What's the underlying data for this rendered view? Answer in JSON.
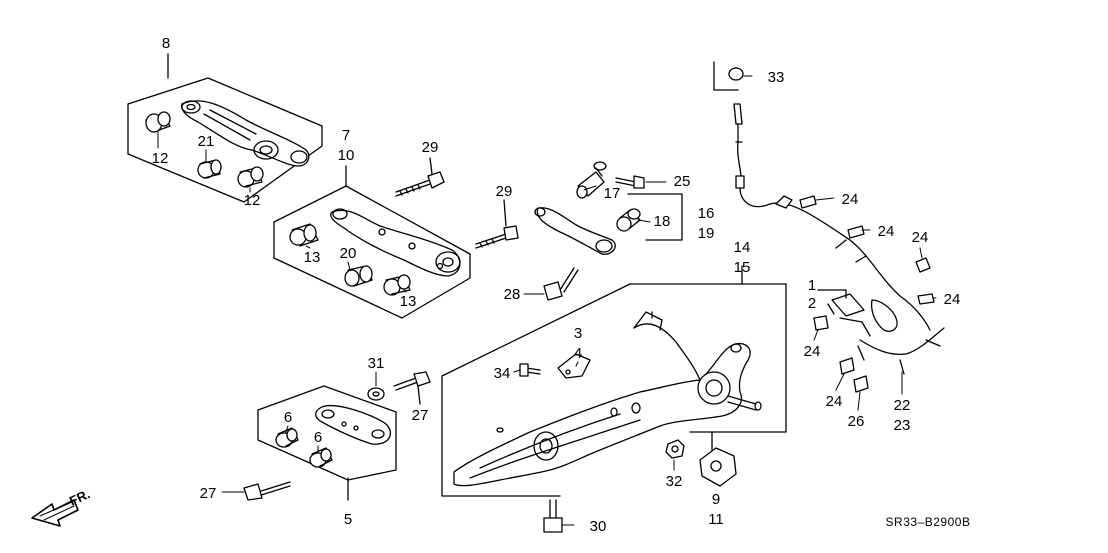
{
  "diagram": {
    "part_labels": {
      "l1": "1",
      "l2": "2",
      "l3": "3",
      "l4": "4",
      "l5": "5",
      "l6a": "6",
      "l6b": "6",
      "l7": "7",
      "l8": "8",
      "l9": "9",
      "l10": "10",
      "l11": "11",
      "l12a": "12",
      "l12b": "12",
      "l13a": "13",
      "l13b": "13",
      "l14": "14",
      "l15": "15",
      "l16": "16",
      "l17": "17",
      "l18": "18",
      "l19": "19",
      "l20": "20",
      "l21": "21",
      "l22": "22",
      "l23": "23",
      "l24a": "24",
      "l24b": "24",
      "l24c": "24",
      "l24d": "24",
      "l24e": "24",
      "l24f": "24",
      "l25": "25",
      "l26": "26",
      "l27a": "27",
      "l27b": "27",
      "l28": "28",
      "l29a": "29",
      "l29b": "29",
      "l30": "30",
      "l31": "31",
      "l32": "32",
      "l33": "33",
      "l34": "34"
    },
    "direction_label": "FR.",
    "diagram_code": "SR33–B2900B"
  }
}
